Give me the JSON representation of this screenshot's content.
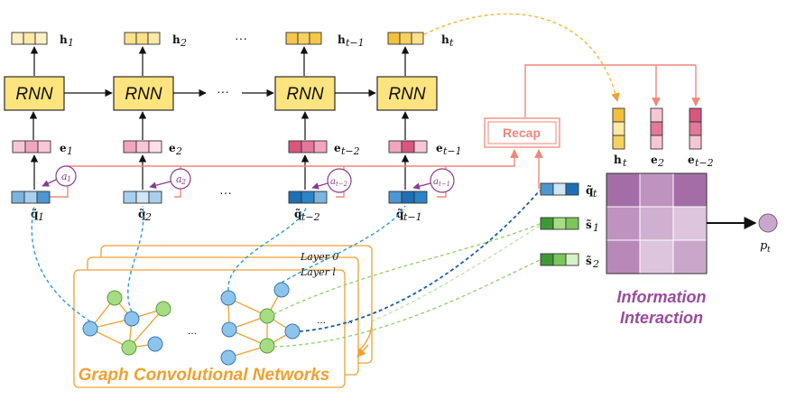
{
  "rnn": {
    "label": "RNN",
    "ellipsis": "···"
  },
  "hidden_labels": [
    "h",
    "h",
    "h",
    "h"
  ],
  "hidden_subs": [
    "1",
    "2",
    "t−1",
    "t"
  ],
  "embed_labels": [
    "e",
    "e",
    "e",
    "e"
  ],
  "embed_subs": [
    "1",
    "2",
    "t−2",
    "t−1"
  ],
  "query_labels": [
    "q̃",
    "q̃",
    "q̃",
    "q̃"
  ],
  "query_subs": [
    "1",
    "2",
    "t−2",
    "t−1"
  ],
  "attention": [
    "a",
    "a",
    "a",
    "a"
  ],
  "attention_subs": [
    "1",
    "2",
    "t−2",
    "t−1"
  ],
  "recap": {
    "label": "Recap"
  },
  "recap_vectors": {
    "labels": [
      "h",
      "e",
      "e"
    ],
    "subs": [
      "t",
      "2",
      "t−2"
    ]
  },
  "interaction_inputs": {
    "labels": [
      "q̃",
      "s̃",
      "s̃"
    ],
    "subs": [
      "t",
      "1",
      "2"
    ]
  },
  "output": {
    "label": "p",
    "sub": "t"
  },
  "information_interaction": {
    "line1": "Information",
    "line2": "Interaction"
  },
  "gcn": {
    "title": "Graph Convolutional Networks",
    "layer_labels": [
      "Layer  0",
      "Layer  l"
    ],
    "ellipsis": "..."
  },
  "colors": {
    "rnn_fill": "#fde47f",
    "salmon": "#f0877a",
    "gcn_orange": "#f0a030",
    "purple": "#8a3d8a",
    "blue_node": "#8cc4ec",
    "green_node": "#a6dd84"
  }
}
